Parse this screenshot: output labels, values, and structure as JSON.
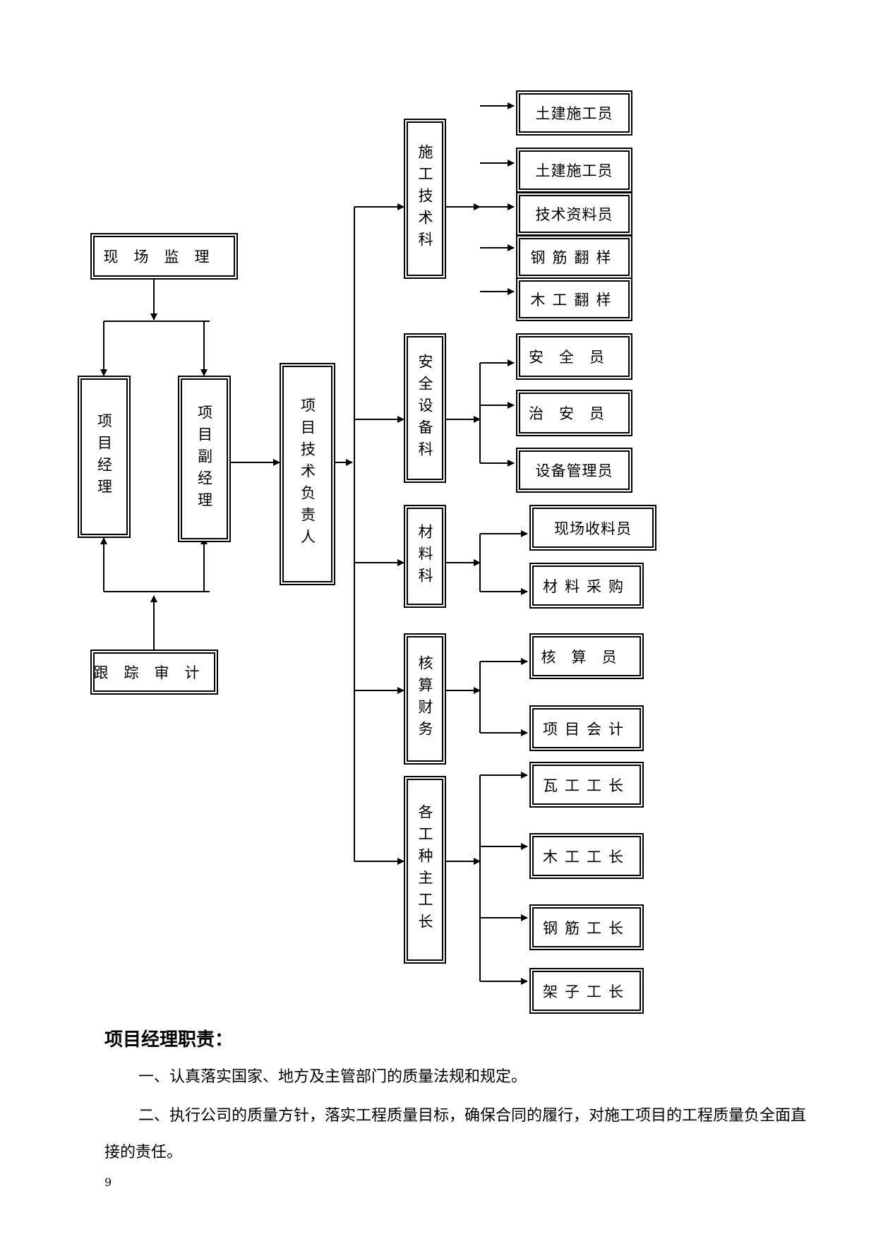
{
  "org_chart": {
    "supervision": "现场监理",
    "audit": "跟踪审计",
    "manager": "项目经理",
    "deputy": "项目副经理",
    "tech_head": "项目技术负责人",
    "departments": {
      "tech": "施工技术科",
      "safety": "安全设备科",
      "material": "材料科",
      "finance": "核算财务",
      "foremen": "各工种主工长"
    },
    "staff": {
      "tech": [
        "土建施工员",
        "土建施工员",
        "技术资料员",
        "钢筋翻样",
        "木工翻样"
      ],
      "safety": [
        "安全员",
        "治安员",
        "设备管理员"
      ],
      "material": [
        "现场收料员",
        "材料采购"
      ],
      "finance": [
        "核算员",
        "项目会计"
      ],
      "foremen": [
        "瓦工工长",
        "木工工长",
        "钢筋工长",
        "架子工长"
      ]
    }
  },
  "section": {
    "heading": "项目经理职责：",
    "paragraphs": [
      "一、认真落实国家、地方及主管部门的质量法规和规定。",
      "二、执行公司的质量方针，落实工程质量目标，确保合同的履行，对施工项目的工程质量负全面直接的责任。"
    ]
  },
  "page_number": "9"
}
